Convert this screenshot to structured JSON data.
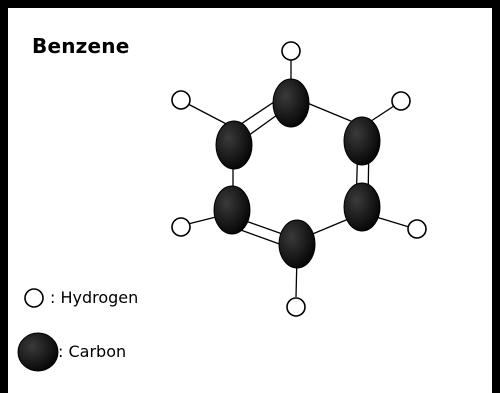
{
  "title": "Benzene",
  "legend": {
    "hydrogen_label": ": Hydrogen",
    "carbon_label": ": Carbon"
  },
  "colors": {
    "frame": "#000000",
    "carbon": "#111111",
    "hydrogen_fill": "#ffffff",
    "bond": "#000000"
  },
  "molecule": {
    "name": "Benzene",
    "carbon_count": 6,
    "hydrogen_count": 6,
    "bonds": [
      "C1-C2",
      "C2=C3",
      "C3-C4",
      "C4=C5",
      "C5-C6",
      "C6=C1"
    ],
    "double_bonds": [
      "C2=C3",
      "C4=C5",
      "C6=C1"
    ]
  }
}
